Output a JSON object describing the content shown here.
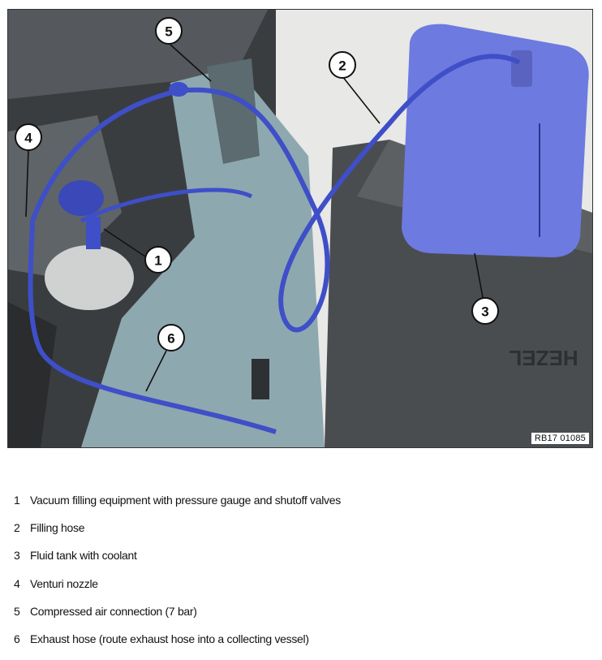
{
  "figure": {
    "reference_code": "RB17 01085",
    "tank_brand": "HEZEL",
    "callouts": [
      "1",
      "2",
      "3",
      "4",
      "5",
      "6"
    ]
  },
  "legend": [
    {
      "num": "1",
      "text": "Vacuum filling equipment with pressure gauge and shutoff valves"
    },
    {
      "num": "2",
      "text": "Filling hose"
    },
    {
      "num": "3",
      "text": "Fluid tank with coolant"
    },
    {
      "num": "4",
      "text": "Venturi nozzle"
    },
    {
      "num": "5",
      "text": "Compressed air connection (7 bar)"
    },
    {
      "num": "6",
      "text": "Exhaust hose (route exhaust hose into a collecting vessel)"
    }
  ],
  "colors": {
    "hose_blue": "#3e4fc8",
    "tank_blue": "#6d7ae0",
    "fender_cover": "#8ea8b0",
    "stand_dark": "#4a4d50"
  }
}
